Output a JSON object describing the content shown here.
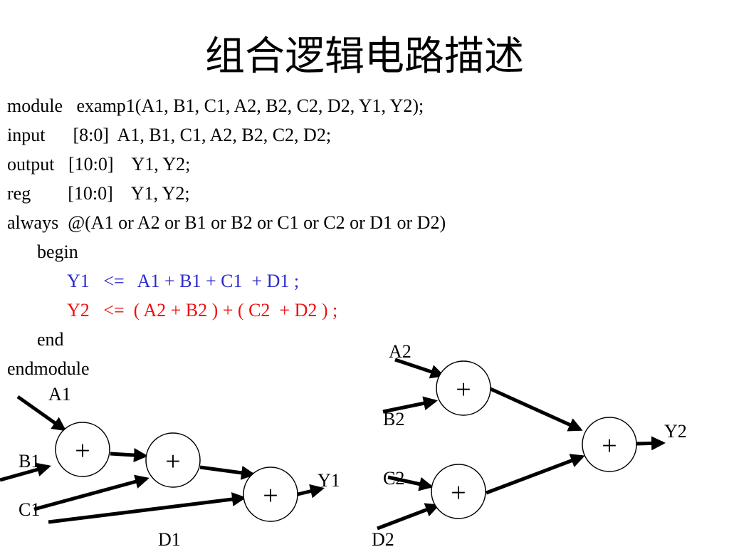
{
  "title": "组合逻辑电路描述",
  "code_lines": [
    {
      "text": "module   examp1(A1, B1, C1, A2, B2, C2, D2, Y1, Y2);",
      "indent": 0,
      "color": "#000000"
    },
    {
      "text": "input      [8:0]  A1, B1, C1, A2, B2, C2, D2;",
      "indent": 0,
      "color": "#000000"
    },
    {
      "text": "output   [10:0]    Y1, Y2;",
      "indent": 0,
      "color": "#000000"
    },
    {
      "text": "reg        [10:0]    Y1, Y2;",
      "indent": 0,
      "color": "#000000"
    },
    {
      "text": "always  @(A1 or A2 or B1 or B2 or C1 or C2 or D1 or D2)",
      "indent": 0,
      "color": "#000000"
    },
    {
      "text": "begin",
      "indent": 1,
      "color": "#000000"
    },
    {
      "text": "Y1   <=   A1 + B1 + C1  + D1 ;",
      "indent": 2,
      "color": "#2b2bcc"
    },
    {
      "text": "Y2   <=  ( A2 + B2 ) + ( C2  + D2 ) ;",
      "indent": 2,
      "color": "#ee1111"
    },
    {
      "text": "end",
      "indent": 1,
      "color": "#000000"
    },
    {
      "text": "endmodule",
      "indent": 0,
      "color": "#000000"
    }
  ],
  "diagram": {
    "adder_symbol": "+",
    "labels": {
      "a1": "A1",
      "b1": "B1",
      "c1": "C1",
      "d1": "D1",
      "y1": "Y1",
      "a2": "A2",
      "b2": "B2",
      "c2": "C2",
      "d2": "D2",
      "y2": "Y2"
    }
  }
}
